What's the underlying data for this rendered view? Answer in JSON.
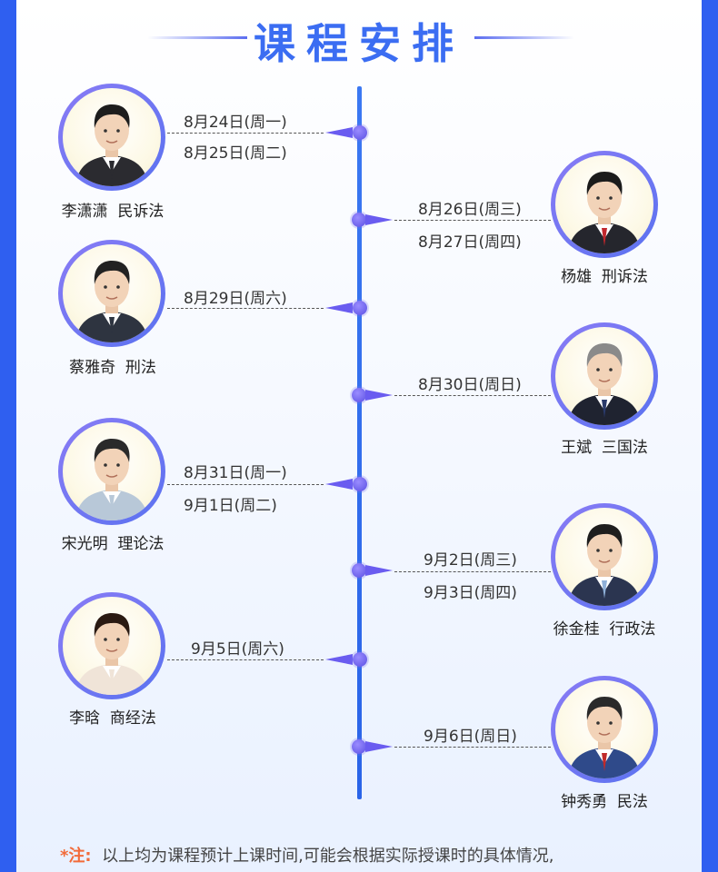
{
  "header": {
    "title": "课程安排"
  },
  "schedule": [
    {
      "teacher": "李潇潇",
      "subject": "民诉法",
      "dates": [
        "8月24日(周一)",
        "8月25日(周二)"
      ],
      "side": "left",
      "shirt": "#2b2b30",
      "tie": "#2b2b30",
      "hair": "#1d1d1d"
    },
    {
      "teacher": "杨雄",
      "subject": "刑诉法",
      "dates": [
        "8月26日(周三)",
        "8月27日(周四)"
      ],
      "side": "right",
      "shirt": "#25262d",
      "tie": "#c0262c",
      "hair": "#1b1b1b"
    },
    {
      "teacher": "蔡雅奇",
      "subject": "刑法",
      "dates": [
        "8月29日(周六)"
      ],
      "side": "left",
      "shirt": "#2e3440",
      "tie": "#2e3440",
      "hair": "#222"
    },
    {
      "teacher": "王斌",
      "subject": "三国法",
      "dates": [
        "8月30日(周日)"
      ],
      "side": "right",
      "shirt": "#1f2330",
      "tie": "#2a3a6a",
      "hair": "#8a8a8a"
    },
    {
      "teacher": "宋光明",
      "subject": "理论法",
      "dates": [
        "8月31日(周一)",
        "9月1日(周二)"
      ],
      "side": "left",
      "shirt": "#b8c8d8",
      "tie": "#b8c8d8",
      "hair": "#2a2a2a"
    },
    {
      "teacher": "徐金桂",
      "subject": "行政法",
      "dates": [
        "9月2日(周三)",
        "9月3日(周四)"
      ],
      "side": "right",
      "shirt": "#2b3550",
      "tie": "#8fb0d8",
      "hair": "#1e1e1e"
    },
    {
      "teacher": "李晗",
      "subject": "商经法",
      "dates": [
        "9月5日(周六)"
      ],
      "side": "left",
      "shirt": "#f0e4d8",
      "tie": "#f0e4d8",
      "hair": "#2a1a12"
    },
    {
      "teacher": "钟秀勇",
      "subject": "民法",
      "dates": [
        "9月6日(周日)"
      ],
      "side": "right",
      "shirt": "#2f4a8a",
      "tie": "#c02a2a",
      "hair": "#2a2a2a"
    }
  ],
  "footnote": {
    "mark": "*注:",
    "text": "以上均为课程预计上课时间,可能会根据实际授课时的具体情况,",
    "mark_color": "#f26b3a"
  },
  "colors": {
    "accent": "#3b6df2",
    "node": "#5b50e3",
    "background": "#2f5ff0"
  },
  "icons": {
    "node": "timeline-node-icon",
    "arrow": "pointer-arrow-icon"
  }
}
